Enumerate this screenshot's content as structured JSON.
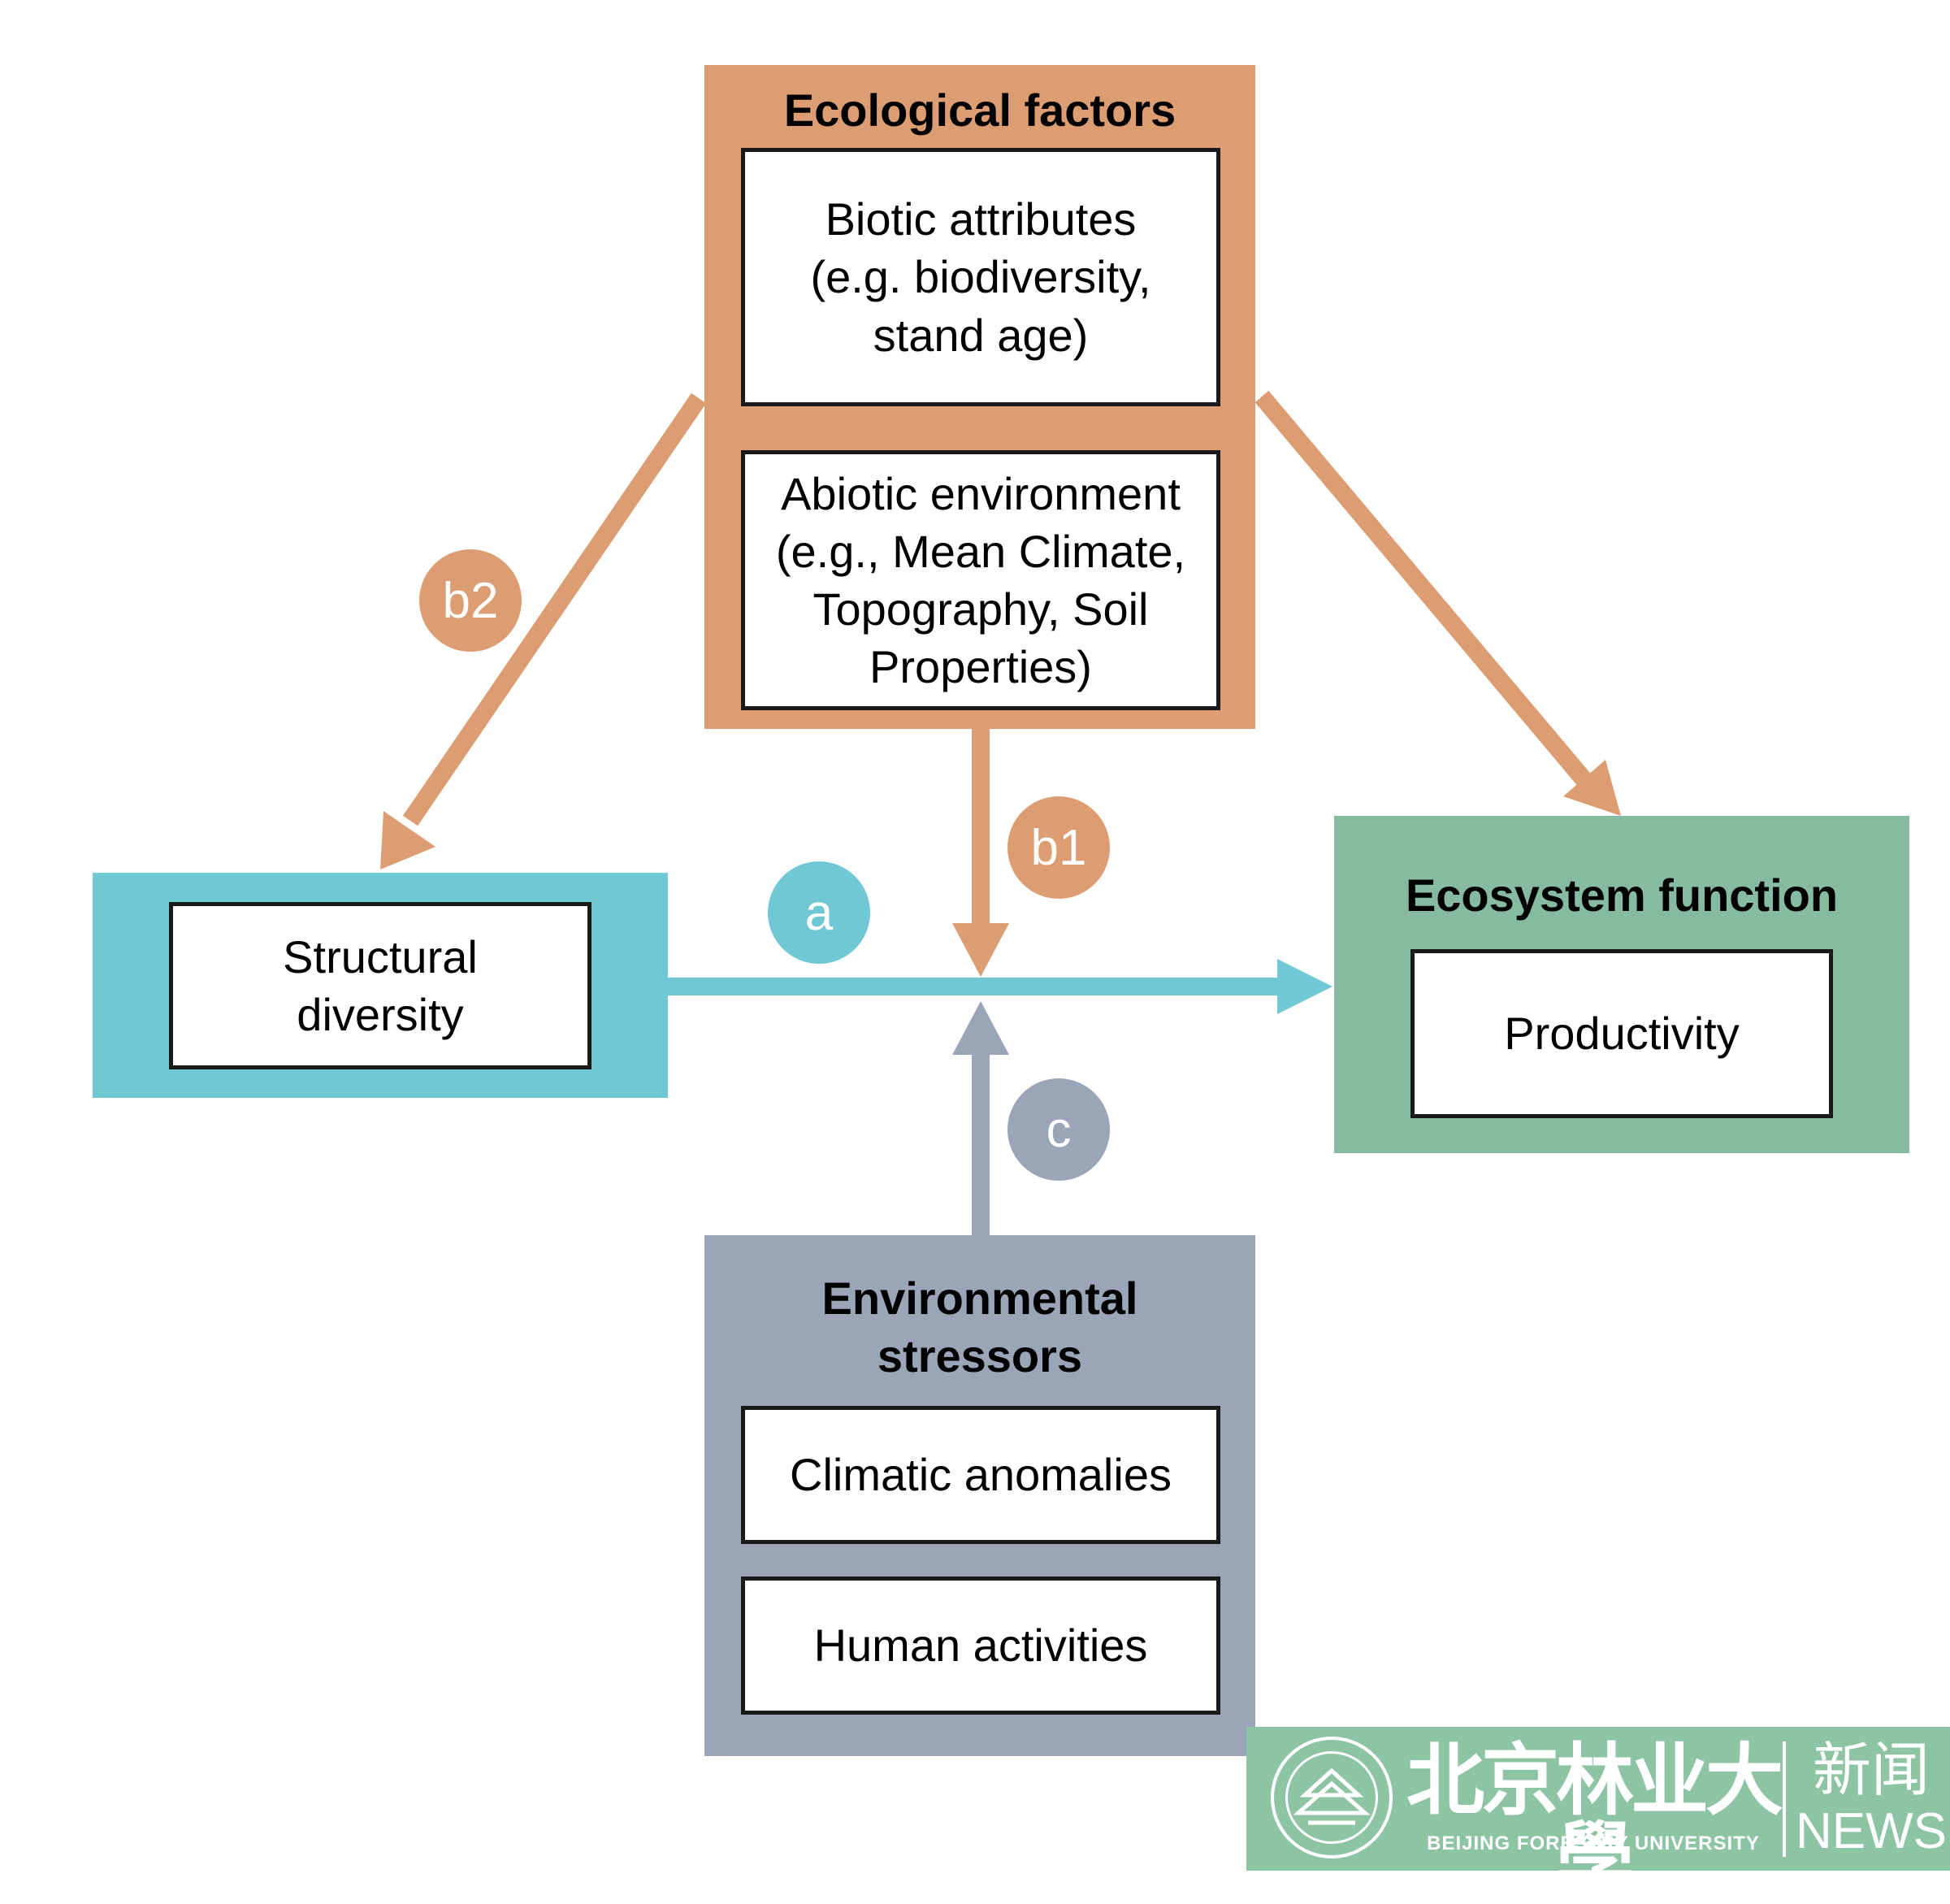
{
  "colors": {
    "ecological": "#dc9d72",
    "structural": "#70c8d4",
    "ecosystem": "#86bba2",
    "stressors": "#9aa6b8",
    "watermark": "#8cc4a4"
  },
  "ecological": {
    "title": "Ecological factors",
    "biotic": [
      "Biotic attributes",
      "(e.g. biodiversity,",
      "stand age)"
    ],
    "abiotic": [
      "Abiotic environment",
      "(e.g., Mean Climate,",
      "Topography, Soil",
      "Properties)"
    ]
  },
  "structural": {
    "label": [
      "Structural",
      "diversity"
    ]
  },
  "ecosystem": {
    "title": "Ecosystem function",
    "productivity": "Productivity"
  },
  "stressors": {
    "title": [
      "Environmental",
      "stressors"
    ],
    "climatic": "Climatic anomalies",
    "human": "Human activities"
  },
  "paths": {
    "a": "a",
    "b1": "b1",
    "b2": "b2",
    "c": "c"
  },
  "watermark": {
    "name_cn": "北京林业大學",
    "name_en": "BEIJING FORESTRY UNIVERSITY",
    "news_cn": "新闻",
    "news_en": "NEWS"
  }
}
